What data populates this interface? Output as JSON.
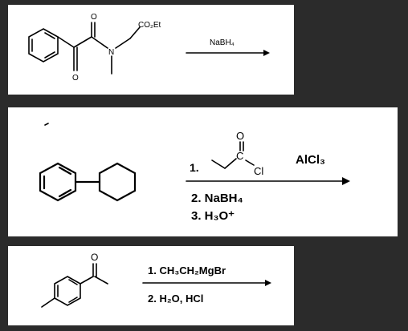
{
  "reaction1": {
    "atom_O_top": "O",
    "atom_O_bottom": "O",
    "atom_N": "N",
    "ester_label": "CO₂Et",
    "reagent": "NaBH₄"
  },
  "reaction2": {
    "atom_O": "O",
    "atom_C": "C",
    "atom_Cl": "Cl",
    "step1_number": "1.",
    "catalyst": "AlCl₃",
    "step2": "2.  NaBH₄",
    "step3": "3.  H₃O⁺"
  },
  "reaction3": {
    "atom_O": "O",
    "step1": "1.  CH₃CH₂MgBr",
    "step2": "2.  H₂O, HCl"
  },
  "colors": {
    "background": "#2b2b2b",
    "panel": "#ffffff",
    "ink": "#000000"
  }
}
